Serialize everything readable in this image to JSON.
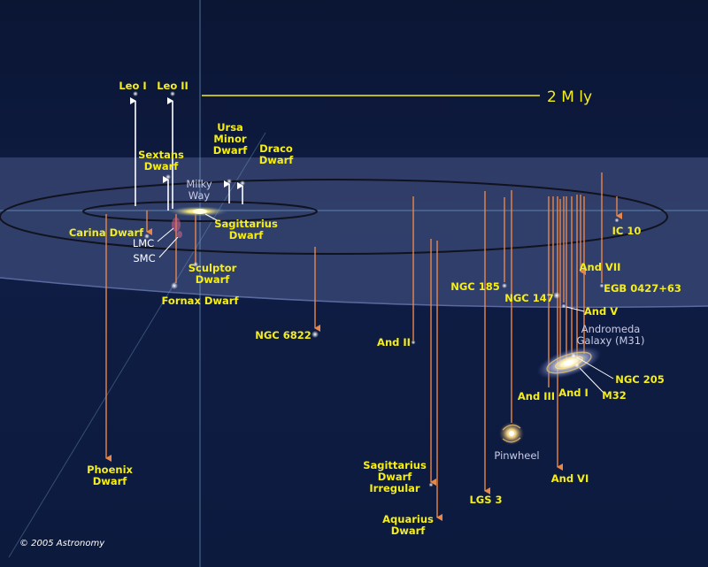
{
  "scale_bar": {
    "label": "2 M ly"
  },
  "copyright": "© 2005 Astronomy",
  "colors": {
    "label_yellow": "#f6ee1a",
    "label_white": "#ffffff",
    "label_lavender": "#c9cbe6",
    "drop_orange": "#e8874a",
    "drop_white": "#ffffff",
    "plane_fill": "#3c4a7a",
    "grid_line": "#7fb0d8"
  },
  "galaxies": [
    {
      "id": "leo-i",
      "label": "Leo I",
      "color": "yellow"
    },
    {
      "id": "leo-ii",
      "label": "Leo II",
      "color": "yellow"
    },
    {
      "id": "sextans-dwarf",
      "label": [
        "Sextans",
        "Dwarf"
      ],
      "color": "yellow"
    },
    {
      "id": "ursa-minor-dwarf",
      "label": [
        "Ursa",
        "Minor",
        "Dwarf"
      ],
      "color": "yellow"
    },
    {
      "id": "draco-dwarf",
      "label": [
        "Draco",
        "Dwarf"
      ],
      "color": "yellow"
    },
    {
      "id": "milky-way",
      "label": [
        "Milky",
        "Way"
      ],
      "color": "lavender"
    },
    {
      "id": "sagittarius-dwarf",
      "label": [
        "Sagittarius",
        "Dwarf"
      ],
      "color": "yellow"
    },
    {
      "id": "carina-dwarf",
      "label": "Carina Dwarf",
      "color": "yellow"
    },
    {
      "id": "lmc",
      "label": "LMC",
      "color": "white"
    },
    {
      "id": "smc",
      "label": "SMC",
      "color": "white"
    },
    {
      "id": "sculptor-dwarf",
      "label": [
        "Sculptor",
        "Dwarf"
      ],
      "color": "yellow"
    },
    {
      "id": "fornax-dwarf",
      "label": "Fornax Dwarf",
      "color": "yellow"
    },
    {
      "id": "phoenix-dwarf",
      "label": [
        "Phoenix",
        "Dwarf"
      ],
      "color": "yellow"
    },
    {
      "id": "ngc-6822",
      "label": "NGC 6822",
      "color": "yellow"
    },
    {
      "id": "and-ii",
      "label": "And II",
      "color": "yellow"
    },
    {
      "id": "sagittarius-dwarf-irregular",
      "label": [
        "Sagittarius",
        "Dwarf",
        "Irregular"
      ],
      "color": "yellow"
    },
    {
      "id": "aquarius-dwarf",
      "label": [
        "Aquarius",
        "Dwarf"
      ],
      "color": "yellow"
    },
    {
      "id": "lgs-3",
      "label": "LGS 3",
      "color": "yellow"
    },
    {
      "id": "pinwheel",
      "label": "Pinwheel",
      "color": "lavender"
    },
    {
      "id": "ngc-185",
      "label": "NGC 185",
      "color": "yellow"
    },
    {
      "id": "ngc-147",
      "label": "NGC 147",
      "color": "yellow"
    },
    {
      "id": "ic-10",
      "label": "IC 10",
      "color": "yellow"
    },
    {
      "id": "and-vii",
      "label": "And VII",
      "color": "yellow"
    },
    {
      "id": "egb-0427",
      "label": "EGB 0427+63",
      "color": "yellow"
    },
    {
      "id": "and-v",
      "label": "And V",
      "color": "yellow"
    },
    {
      "id": "andromeda",
      "label": [
        "Andromeda",
        "Galaxy (M31)"
      ],
      "color": "lavender"
    },
    {
      "id": "ngc-205",
      "label": "NGC 205",
      "color": "yellow"
    },
    {
      "id": "m32",
      "label": "M32",
      "color": "yellow"
    },
    {
      "id": "and-i",
      "label": "And I",
      "color": "yellow"
    },
    {
      "id": "and-iii",
      "label": "And III",
      "color": "yellow"
    },
    {
      "id": "and-vi",
      "label": "And VI",
      "color": "yellow"
    }
  ]
}
